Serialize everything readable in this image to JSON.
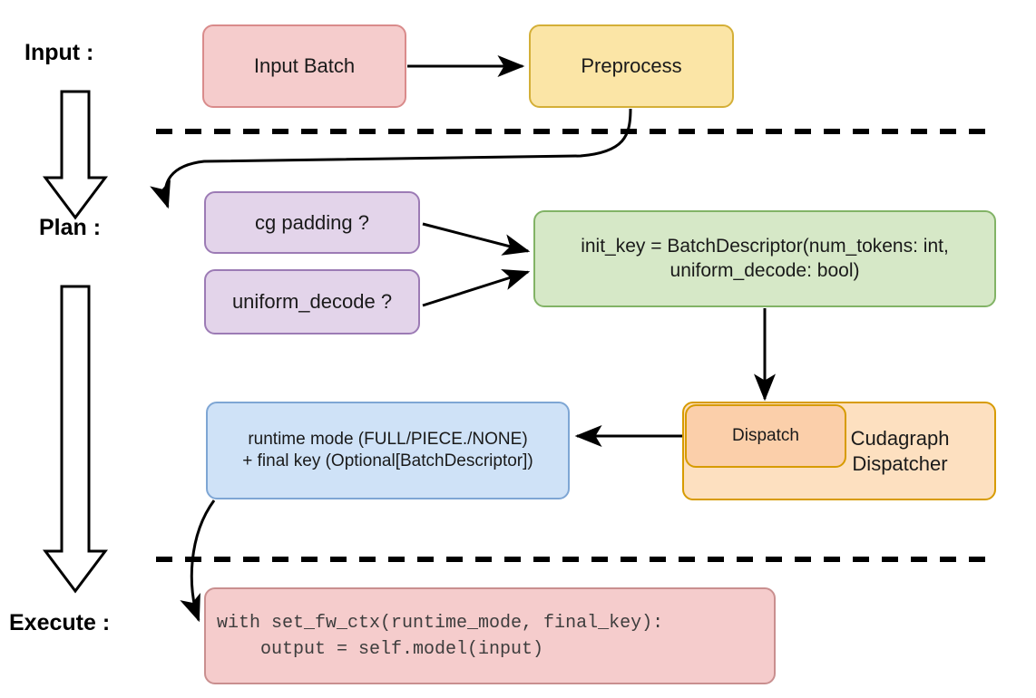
{
  "diagram": {
    "title": "vLLM cudagraph dispatch flow",
    "stages": [
      {
        "id": "input",
        "label": "Input :"
      },
      {
        "id": "plan",
        "label": "Plan :"
      },
      {
        "id": "execute",
        "label": "Execute :"
      }
    ],
    "nodes": {
      "input_batch": {
        "label": "Input Batch",
        "fill": "#f5cccc",
        "stroke": "#d98b8b"
      },
      "preprocess": {
        "label": "Preprocess",
        "fill": "#fbe5a6",
        "stroke": "#d4af37"
      },
      "cg_padding": {
        "label": "cg padding ?",
        "fill": "#e3d4ea",
        "stroke": "#9c7bb5"
      },
      "uniform_decode": {
        "label": "uniform_decode ?",
        "fill": "#e3d4ea",
        "stroke": "#9c7bb5"
      },
      "init_key": {
        "label": "init_key = BatchDescriptor(num_tokens: int,\nuniform_decode: bool)",
        "fill": "#d6e8c7",
        "stroke": "#82b366"
      },
      "runtime_mode": {
        "label": "runtime mode (FULL/PIECE./NONE)\n+ final key (Optional[BatchDescriptor])",
        "fill": "#cfe2f7",
        "stroke": "#7ea6d4"
      },
      "dispatcher": {
        "label": "Cudagraph\nDispatcher",
        "fill": "#fde0c0",
        "stroke": "#d79b00"
      },
      "dispatch": {
        "label": "Dispatch",
        "fill": "#fbcfaa",
        "stroke": "#d79b00"
      },
      "code": {
        "label": "with set_fw_ctx(runtime_mode, final_key):\n    output = self.model(input)",
        "fill": "#f5cccc",
        "stroke": "#c98f8f"
      }
    },
    "separators": [
      {
        "id": "input-plan-divider",
        "style": "dashed"
      },
      {
        "id": "plan-execute-divider",
        "style": "dashed"
      }
    ],
    "edges": [
      {
        "from": "input_batch",
        "to": "preprocess",
        "style": "straight"
      },
      {
        "from": "preprocess",
        "to": "cg_padding",
        "style": "curved"
      },
      {
        "from": "cg_padding",
        "to": "init_key",
        "style": "straight"
      },
      {
        "from": "uniform_decode",
        "to": "init_key",
        "style": "straight"
      },
      {
        "from": "init_key",
        "to": "dispatch",
        "style": "straight"
      },
      {
        "from": "dispatch",
        "to": "runtime_mode",
        "style": "straight"
      },
      {
        "from": "runtime_mode",
        "to": "code",
        "style": "curved"
      }
    ],
    "flow_arrows": [
      {
        "id": "input-to-plan-arrow"
      },
      {
        "id": "plan-to-execute-arrow"
      }
    ]
  }
}
